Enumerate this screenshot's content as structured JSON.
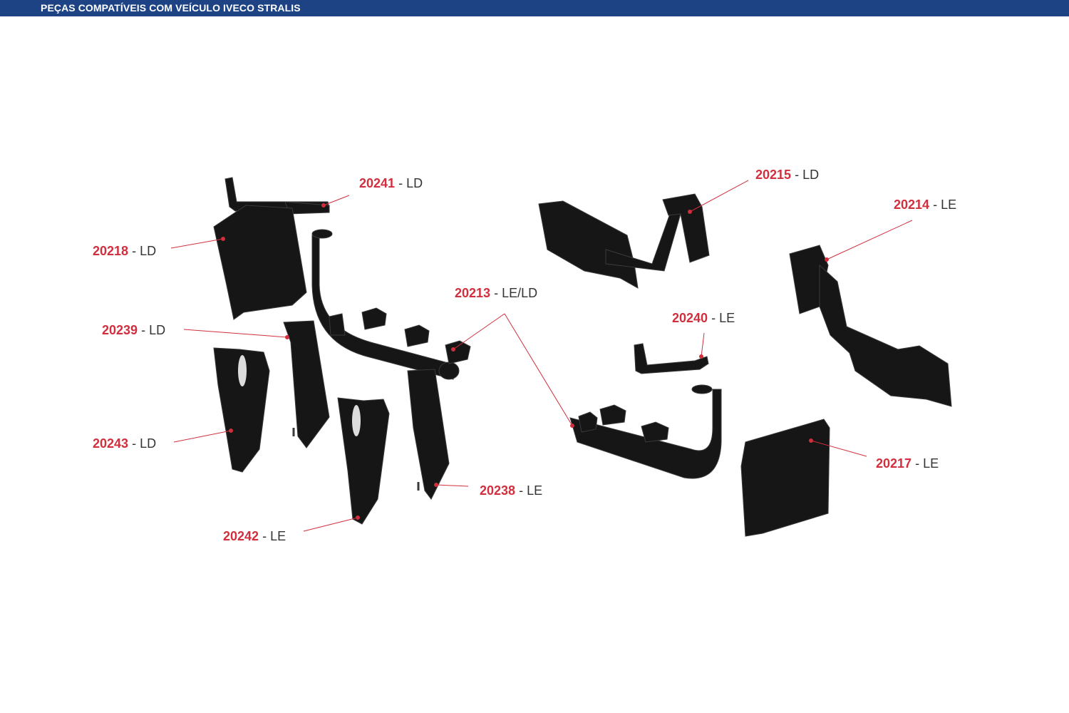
{
  "header": {
    "title": "PEÇAS COMPATÍVEIS COM VEÍCULO IVECO STRALIS"
  },
  "colors": {
    "header_bg": "#1d4385",
    "code": "#d12f3d",
    "leader": "#d12f3d",
    "part": "#161616",
    "part_edge": "#3a3a3a"
  },
  "parts": [
    {
      "code": "20241",
      "side": "LD"
    },
    {
      "code": "20218",
      "side": "LD"
    },
    {
      "code": "20213",
      "side": "LE/LD"
    },
    {
      "code": "20239",
      "side": "LD"
    },
    {
      "code": "20243",
      "side": "LD"
    },
    {
      "code": "20238",
      "side": "LE"
    },
    {
      "code": "20242",
      "side": "LE"
    },
    {
      "code": "20215",
      "side": "LD"
    },
    {
      "code": "20214",
      "side": "LE"
    },
    {
      "code": "20240",
      "side": "LE"
    },
    {
      "code": "20217",
      "side": "LE"
    }
  ],
  "separator": " - "
}
